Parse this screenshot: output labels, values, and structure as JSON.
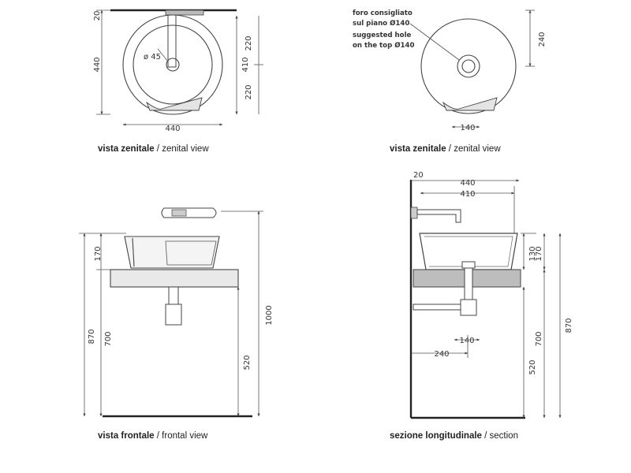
{
  "views": {
    "top_left": {
      "caption_bold": "vista zenitale",
      "caption_sep": " / ",
      "caption_en": "zenital view"
    },
    "top_right": {
      "caption_bold": "vista zenitale",
      "caption_sep": " / ",
      "caption_en": "zenital view"
    },
    "bottom_left": {
      "caption_bold": "vista frontale",
      "caption_sep": " / ",
      "caption_en": "frontal view"
    },
    "bottom_right": {
      "caption_bold": "sezione longitudinale",
      "caption_sep": " / ",
      "caption_en": "section"
    }
  },
  "dims": {
    "tl_20": "20",
    "tl_440_v": "440",
    "tl_diam": "ø 45",
    "tl_220_a": "220",
    "tl_410": "410",
    "tl_220_b": "220",
    "tl_440_h": "440",
    "tr_240": "240",
    "tr_140": "140",
    "bl_870": "870",
    "bl_700": "700",
    "bl_170": "170",
    "bl_520": "520",
    "bl_1000": "1000",
    "br_20": "20",
    "br_440": "440",
    "br_410": "410",
    "br_130": "130",
    "br_170": "170",
    "br_140": "140",
    "br_240": "240",
    "br_520": "520",
    "br_700": "700",
    "br_870": "870"
  },
  "note": {
    "line1": "foro consigliato",
    "line2": "sul piano Ø140",
    "line3": "suggested hole",
    "line4": "on the top Ø140"
  }
}
